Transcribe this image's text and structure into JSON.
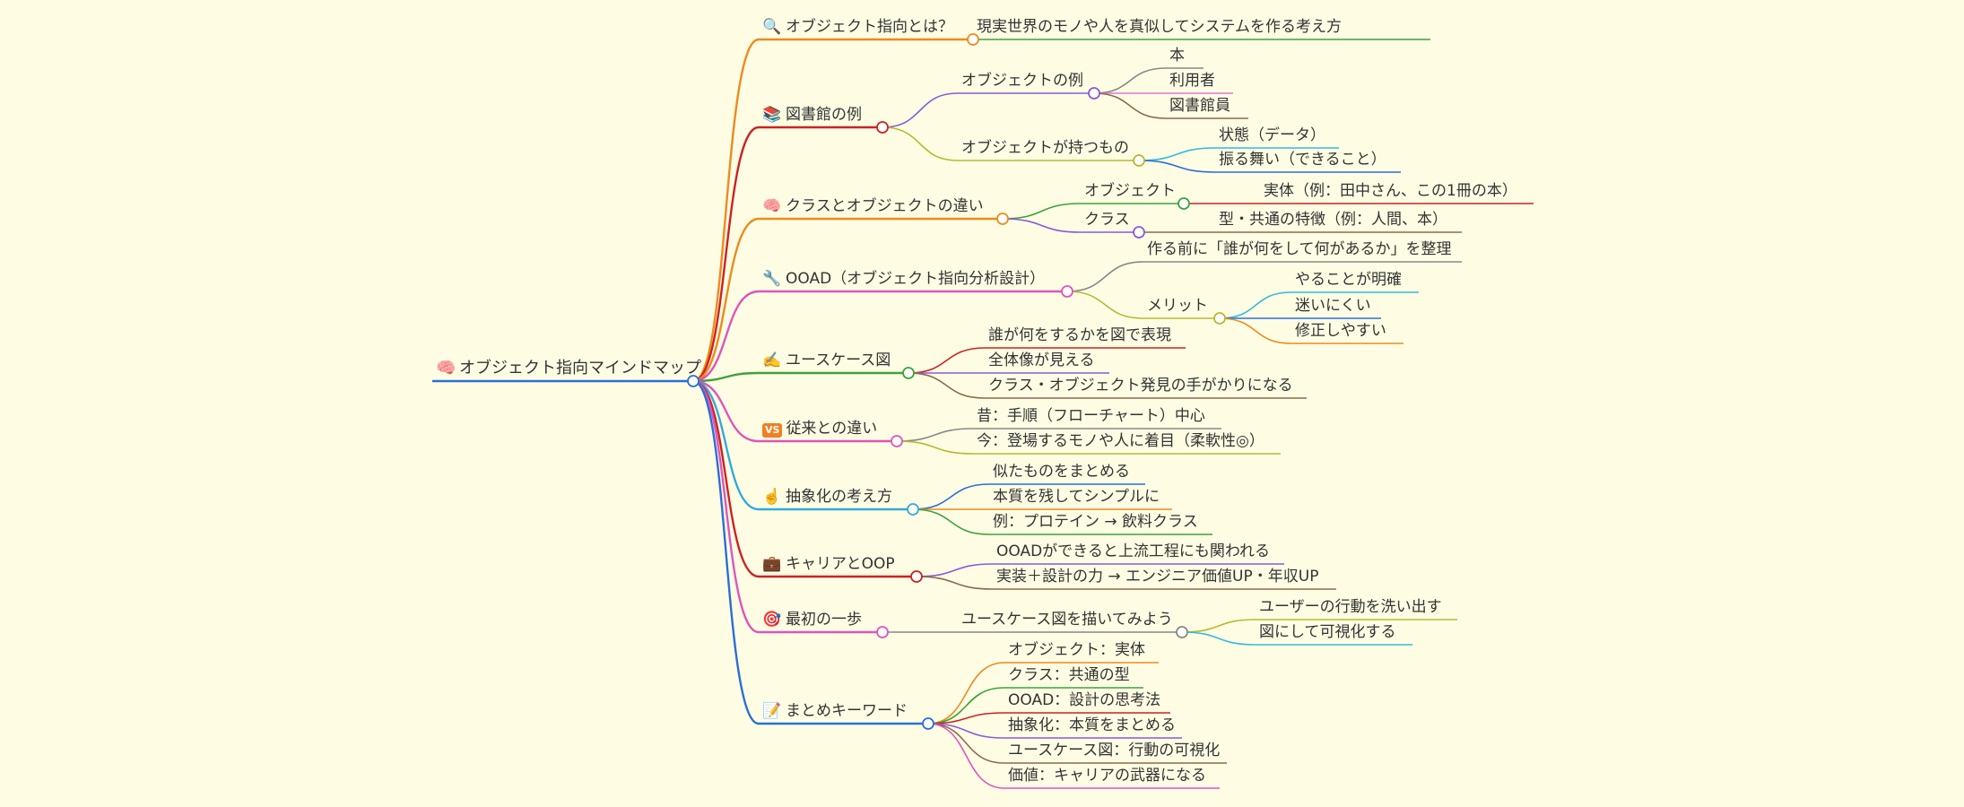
{
  "root": {
    "label": "オブジェクト指向マインドマップ",
    "icon": "brain-icon",
    "glyph": "🧠",
    "color": "#2a6fd6"
  },
  "branches": [
    {
      "label": "オブジェクト指向とは？",
      "icon": "magnifier-icon",
      "glyph": "🔍",
      "color": "#ee8a1e",
      "children": [
        {
          "label": "現実世界のモノや人を真似してシステムを作る考え方",
          "color": "#3ba33b"
        }
      ]
    },
    {
      "label": "図書館の例",
      "icon": "books-icon",
      "glyph": "📚",
      "color": "#cc2222",
      "children": [
        {
          "label": "オブジェクトの例",
          "color": "#8a5ad8",
          "children": [
            {
              "label": "本",
              "color": "#888888"
            },
            {
              "label": "利用者",
              "color": "#dd77dd"
            },
            {
              "label": "図書館員",
              "color": "#8b6b4a"
            }
          ]
        },
        {
          "label": "オブジェクトが持つもの",
          "color": "#b8b830",
          "children": [
            {
              "label": "状態（データ）",
              "color": "#33bbdd"
            },
            {
              "label": "振る舞い（できること）",
              "color": "#2a6fd6"
            }
          ]
        }
      ]
    },
    {
      "label": "クラスとオブジェクトの違い",
      "icon": "brain-icon",
      "glyph": "🧠",
      "color": "#ee8a1e",
      "children": [
        {
          "label": "オブジェクト",
          "color": "#3ba33b",
          "children": [
            {
              "label": "実体（例：田中さん、この1冊の本）",
              "color": "#cc2222"
            }
          ]
        },
        {
          "label": "クラス",
          "color": "#8a5ad8",
          "children": [
            {
              "label": "型・共通の特徴（例：人間、本）",
              "color": "#8b6b4a"
            }
          ]
        }
      ]
    },
    {
      "label": "OOAD（オブジェクト指向分析設計）",
      "icon": "wrench-icon",
      "glyph": "🔧",
      "color": "#dd55bb",
      "children": [
        {
          "label": "作る前に「誰が何をして何があるか」を整理",
          "color": "#888888"
        },
        {
          "label": "メリット",
          "color": "#b8b830",
          "children": [
            {
              "label": "やることが明確",
              "color": "#33bbdd"
            },
            {
              "label": "迷いにくい",
              "color": "#2a6fd6"
            },
            {
              "label": "修正しやすい",
              "color": "#ee8a1e"
            }
          ]
        }
      ]
    },
    {
      "label": "ユースケース図",
      "icon": "writing-hand-icon",
      "glyph": "✍️",
      "color": "#3ba33b",
      "children": [
        {
          "label": "誰が何をするかを図で表現",
          "color": "#cc2222"
        },
        {
          "label": "全体像が見える",
          "color": "#8a5ad8"
        },
        {
          "label": "クラス・オブジェクト発見の手がかりになる",
          "color": "#8b6b4a"
        }
      ]
    },
    {
      "label": "従来との違い",
      "icon": "vs-icon",
      "glyph": "VS",
      "color": "#dd55bb",
      "children": [
        {
          "label": "昔：手順（フローチャート）中心",
          "color": "#888888"
        },
        {
          "label": "今：登場するモノや人に着目（柔軟性◎）",
          "color": "#b8b830"
        }
      ]
    },
    {
      "label": "抽象化の考え方",
      "icon": "pointing-finger-icon",
      "glyph": "☝️",
      "color": "#33aadd",
      "children": [
        {
          "label": "似たものをまとめる",
          "color": "#2a6fd6"
        },
        {
          "label": "本質を残してシンプルに",
          "color": "#ee8a1e"
        },
        {
          "label": "例：プロテイン → 飲料クラス",
          "color": "#3ba33b"
        }
      ]
    },
    {
      "label": "キャリアとOOP",
      "icon": "briefcase-icon",
      "glyph": "💼",
      "color": "#cc2222",
      "children": [
        {
          "label": "OOADができると上流工程にも関われる",
          "color": "#8a5ad8"
        },
        {
          "label": "実装＋設計の力 → エンジニア価値UP・年収UP",
          "color": "#8b6b4a"
        }
      ]
    },
    {
      "label": "最初の一歩",
      "icon": "target-icon",
      "glyph": "🎯",
      "color": "#dd55bb",
      "children": [
        {
          "label": "ユースケース図を描いてみよう",
          "color": "#888888",
          "children": [
            {
              "label": "ユーザーの行動を洗い出す",
              "color": "#b8b830"
            },
            {
              "label": "図にして可視化する",
              "color": "#33bbdd"
            }
          ]
        }
      ]
    },
    {
      "label": "まとめキーワード",
      "icon": "memo-icon",
      "glyph": "📝",
      "color": "#2a6fd6",
      "children": [
        {
          "label": "オブジェクト：実体",
          "color": "#ee8a1e"
        },
        {
          "label": "クラス：共通の型",
          "color": "#3ba33b"
        },
        {
          "label": "OOAD：設計の思考法",
          "color": "#cc2222"
        },
        {
          "label": "抽象化：本質をまとめる",
          "color": "#8a5ad8"
        },
        {
          "label": "ユースケース図：行動の可視化",
          "color": "#8b6b4a"
        },
        {
          "label": "価値：キャリアの武器になる",
          "color": "#dd55bb"
        }
      ]
    }
  ]
}
